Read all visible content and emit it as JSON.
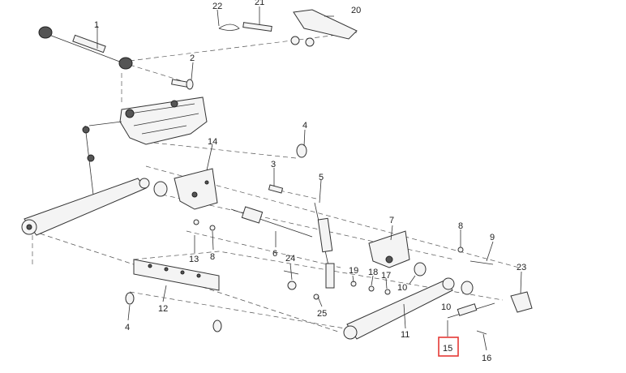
{
  "diagram": {
    "callouts": [
      {
        "id": "c1",
        "label": "1"
      },
      {
        "id": "c2",
        "label": "2"
      },
      {
        "id": "c3",
        "label": "3"
      },
      {
        "id": "c4a",
        "label": "4"
      },
      {
        "id": "c4b",
        "label": "4"
      },
      {
        "id": "c5",
        "label": "5"
      },
      {
        "id": "c6",
        "label": "6"
      },
      {
        "id": "c7",
        "label": "7"
      },
      {
        "id": "c8a",
        "label": "8"
      },
      {
        "id": "c8b",
        "label": "8"
      },
      {
        "id": "c9",
        "label": "9"
      },
      {
        "id": "c10a",
        "label": "10"
      },
      {
        "id": "c10b",
        "label": "10"
      },
      {
        "id": "c11",
        "label": "11"
      },
      {
        "id": "c12",
        "label": "12"
      },
      {
        "id": "c13",
        "label": "13"
      },
      {
        "id": "c14",
        "label": "14"
      },
      {
        "id": "c15",
        "label": "15",
        "highlighted": true
      },
      {
        "id": "c16",
        "label": "16"
      },
      {
        "id": "c17",
        "label": "17"
      },
      {
        "id": "c18",
        "label": "18"
      },
      {
        "id": "c19",
        "label": "19"
      },
      {
        "id": "c20",
        "label": "20"
      },
      {
        "id": "c21",
        "label": "21"
      },
      {
        "id": "c22",
        "label": "22"
      },
      {
        "id": "c23",
        "label": "23"
      },
      {
        "id": "c24",
        "label": "24"
      },
      {
        "id": "c25",
        "label": "25"
      }
    ],
    "highlight_color": "#e53935"
  }
}
